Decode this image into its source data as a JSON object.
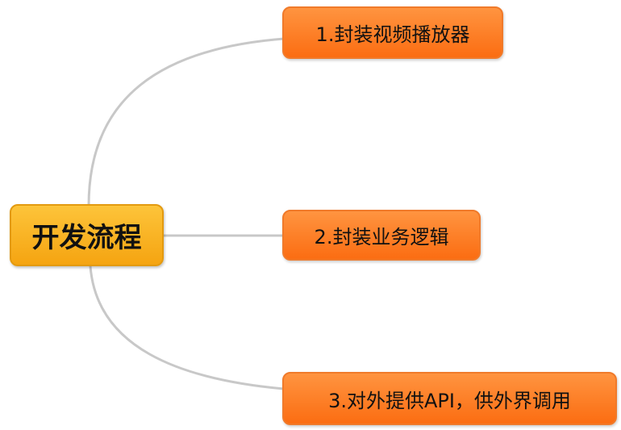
{
  "root": {
    "label": "开发流程"
  },
  "children": [
    {
      "label": "1.封装视频播放器"
    },
    {
      "label": "2.封装业务逻辑"
    },
    {
      "label": "3.对外提供API，供外界调用"
    }
  ],
  "colors": {
    "root": "#f7ad1c",
    "child": "#fc7a22",
    "link": "#c8c8c8"
  }
}
